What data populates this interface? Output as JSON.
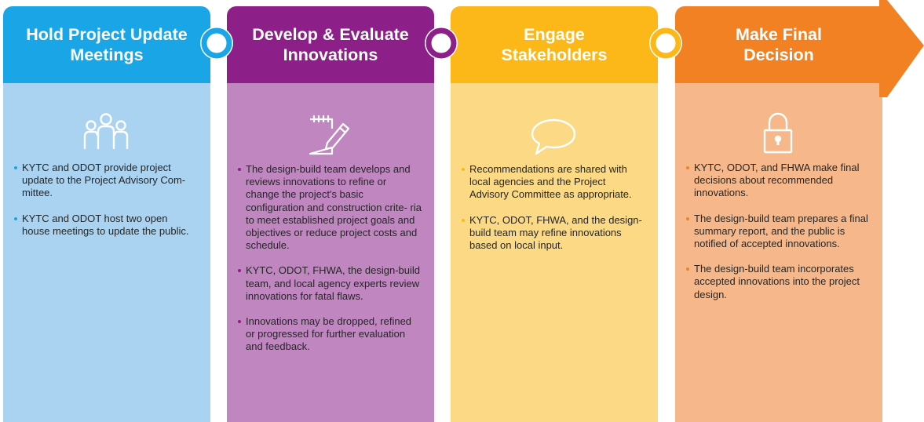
{
  "steps": [
    {
      "title": "Hold Project Update\nMeetings",
      "icon": "people-group-icon",
      "colors": {
        "header": "#1aa5e6",
        "body": "#a9d3f0"
      },
      "bullets": [
        "KYTC and ODOT provide project update to the Project Advisory Com- mittee.",
        "KYTC and ODOT host two open house meetings to update the public."
      ]
    },
    {
      "title": "Develop & Evaluate\nInnovations",
      "icon": "notepad-pencil-icon",
      "colors": {
        "header": "#8c1f88",
        "body": "#bf86c0"
      },
      "bullets": [
        "The design-build team develops and reviews innovations to refine or change the project's basic configuration and construction crite- ria to meet established project goals and objectives or reduce project costs and schedule.",
        "KYTC, ODOT, FHWA, the design-build team, and local agency experts review innovations for fatal flaws.",
        "Innovations may be dropped, refined or progressed for further evaluation and feedback."
      ]
    },
    {
      "title": "Engage\nStakeholders",
      "icon": "speech-bubble-icon",
      "colors": {
        "header": "#fbb818",
        "body": "#fbd985"
      },
      "bullets": [
        "Recommendations are shared with local agencies and the Project Advisory Committee as appropriate.",
        "KYTC, ODOT, FHWA, and the design-build team may refine innovations based on local input."
      ]
    },
    {
      "title": "Make Final\nDecision",
      "icon": "padlock-icon",
      "colors": {
        "header": "#f28124",
        "body": "#f6b88a"
      },
      "bullets": [
        "KYTC, ODOT, and FHWA make final decisions about recommended innovations.",
        "The design-build team prepares a final summary report, and the public is notified of accepted innovations.",
        "The design-build team incorporates accepted innovations into the project design."
      ]
    }
  ]
}
